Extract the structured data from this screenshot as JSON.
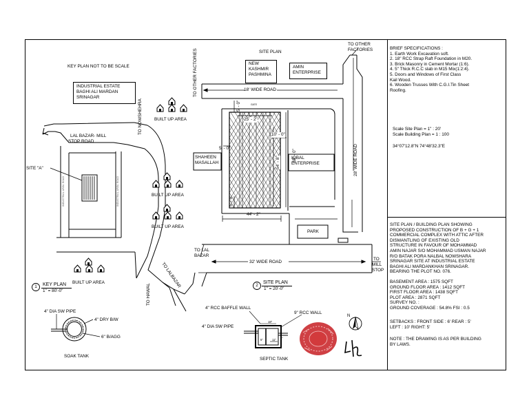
{
  "title_site_plan": "SITE PLAN",
  "key_plan_note": "KEY PLAN NOT TO BE SCALE",
  "industrial_estate": [
    "INDUSTRIAL ESTATE",
    "BAGHI ALI MARDAN",
    "SRINAGAR"
  ],
  "nowshehra": "TO NOWSHEHRA",
  "lal_bazar_road": [
    "LAL BAZAR- MILL",
    "STOP ROAD"
  ],
  "site_a": "SITE \"A\"",
  "built_up_area": "BUILT UP AREA",
  "to_hawal": "TO HAWAL",
  "to_lalbazar_key": "TO LALBAZAR",
  "key_plan_number": "1",
  "key_plan_title": "KEY PLAN",
  "key_plan_scale": "1\" = 80'-0\"",
  "soak_tank": {
    "pipe": "4\" DIA SW PIPE",
    "dry_bw": "4\" DRY B/W",
    "bagg": "6\" B/AGG",
    "title": "SOAK TANK"
  },
  "to_other_factories_top": [
    "TO OTHER",
    "FACTORIES"
  ],
  "to_other_factories_side": "TO OTHER FACTORIES",
  "new_kashmir_pashmina": [
    "NEW",
    "KASHMIR",
    "PASHMINA"
  ],
  "amin_enterprise": [
    "AMIN",
    "ENTERPRISE"
  ],
  "road_18": "18' WIDE ROAD",
  "road_28": "28' WIDE ROAD",
  "road_32": "32' WIDE ROAD",
  "dim_25_2": "25' - 2\"",
  "dim_10_0": "10' - 0\"",
  "dim_5_0_left": "5' - 0\"",
  "dim_65_0": "65' - 0\"",
  "dim_54_8": "54' - 8\"",
  "dim_44_2": "44' - 2\"",
  "dim_5_top": "5' - 0\"",
  "dim_5_bottom": "5' - 0\"",
  "gate_label": "GATE",
  "shaheen_masallah": [
    "SHAHEEN",
    "MASALLAH"
  ],
  "iqbal_enterprise": [
    "IQBAL",
    "ENTERPRISE"
  ],
  "park": "PARK",
  "to_lal_bazar_site": [
    "TO LAL",
    "BAZAR"
  ],
  "to_mill_stop": [
    "TO",
    "MILL",
    "STOP"
  ],
  "site_plan_number": "2",
  "site_plan_title": "SITE PLAN",
  "site_plan_scale": "1\" = 20'-0\"",
  "septic_tank": {
    "baffle_wall": "4\" RCC BAFFLE WALL",
    "rcc_wall": "9\" RCC WALL",
    "pipe": "4\" DIA SW PIPE",
    "dim_18": "18\"",
    "dim_11": "11\"",
    "dim_5": "5\"",
    "dim_4": "4\"",
    "title": "SEPTIC TANK"
  },
  "north": "N",
  "specifications": {
    "title": "BRIEF SPECIFICATIONS :",
    "items": [
      "1. Earth Work Excavation soft.",
      "2. 18\" RCC Strap Raft Foundation in M20.",
      "3. Brick Masonry in Cement Mortar (1:6).",
      "4. 5\" Thick R.C.C slab in M15 Mix(1:2:4).",
      "5. Doors and Windows of First Class",
      "Kail Wood.",
      "6. Wooden Trusses With C.G.I.Tin Sheet",
      "Roofing."
    ]
  },
  "scales": [
    "Scale Site Plan = 1\" : 20'",
    "Scale Building Plan = 1 : 100"
  ],
  "coordinates": "34°07'12.8\"N 74°48'32.3\"E",
  "description": [
    "SITE PLAN / BUILDING PLAN SHOWING",
    "PROPOSED CONSTRUCTION OF B + G + 1",
    "COMMERCIAL COMPLEX WITH ATTIC AFTER",
    "DISMANTLING OF EXISTING OLD",
    "STRUCTURE IN FAVOUR OF MOHAMMAD",
    "AMIN NAJAR S/O MOHAMMAD USMAN NAJAR",
    "R/O BATAK PORA NALBAL NOWSHARA",
    "SRINAGAR SITE AT INDUSTRIAL ESTATE",
    "BAGHI ALI MARDANKHAN SRINAGAR.",
    "BEARING THE PLOT NO. 076."
  ],
  "areas": [
    "BASEMENT AREA : 1575 SQFT",
    "GROUND FLOOR AREA : 1412 SQFT",
    "FIRST FLOOR AREA : 1438 SQFT",
    "PLOT AREA : 2871 SQFT",
    "SURVEY NO. :",
    "GROUND COVERAGE : 54.8%   FSI : 0.5"
  ],
  "setbacks": [
    "SETBACKS : FRONT SIDE : 6'   REAR : 5'",
    "LEFT : 10'   RIGHT: 5'"
  ],
  "note": [
    "NOTE : THE DRAWING IS AS PER BUILDING",
    "BY LAWS."
  ]
}
